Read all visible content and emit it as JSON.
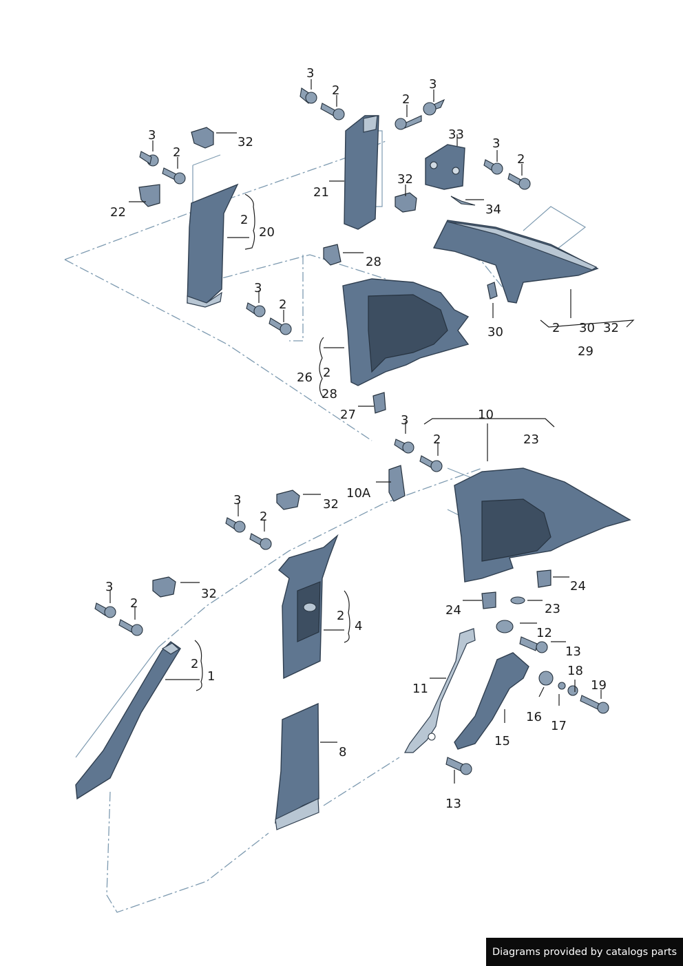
{
  "footer": {
    "credit": "Diagrams provided by catalogs parts"
  },
  "callouts": [
    "3",
    "2",
    "2",
    "3",
    "32",
    "3",
    "2",
    "33",
    "3",
    "2",
    "32",
    "34",
    "22",
    "2",
    "20",
    "21",
    "28",
    "30",
    "2",
    "30",
    "32",
    "29",
    "3",
    "2",
    "26",
    "2",
    "28",
    "27",
    "3",
    "2",
    "10",
    "23",
    "10A",
    "3",
    "2",
    "32",
    "3",
    "2",
    "32",
    "24",
    "2",
    "4",
    "24",
    "23",
    "12",
    "13",
    "18",
    "19",
    "2",
    "1",
    "11",
    "16",
    "17",
    "15",
    "8",
    "13"
  ]
}
